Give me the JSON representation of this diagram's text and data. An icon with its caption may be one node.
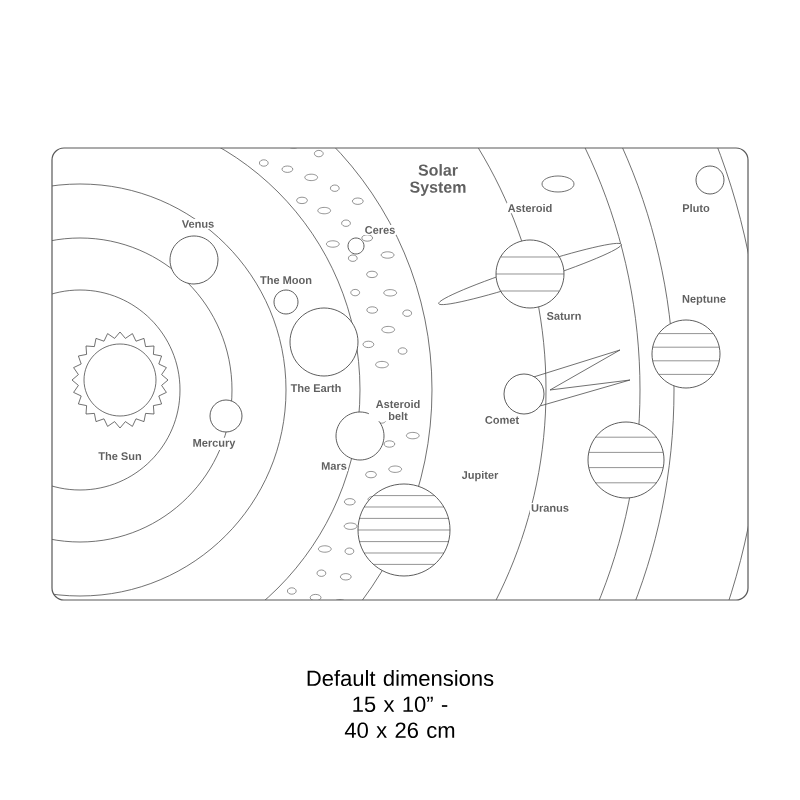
{
  "diagram": {
    "title": "Solar System",
    "caption": "Default dimensions 15 x 10” - 40 x 26 cm",
    "labels": [
      "Venus",
      "Ceres",
      "The Moon",
      "Asteroid",
      "Pluto",
      "Saturn",
      "Neptune",
      "The Earth",
      "Asteroid belt",
      "Comet",
      "Mercury",
      "The Sun",
      "Mars",
      "Jupiter",
      "Uranus"
    ]
  }
}
